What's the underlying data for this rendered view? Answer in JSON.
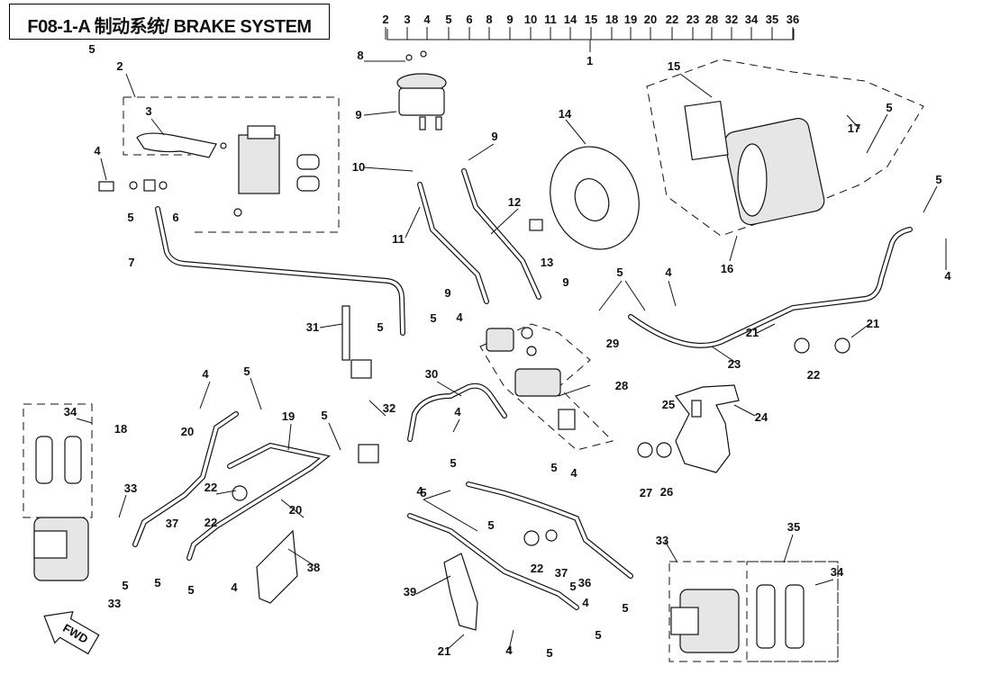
{
  "title": "F08-1-A  制动系统/ BRAKE SYSTEM",
  "kit_label": "1",
  "kit_members": [
    "2",
    "3",
    "4",
    "5",
    "6",
    "8",
    "9",
    "10",
    "11",
    "14",
    "15",
    "18",
    "19",
    "20",
    "22",
    "23",
    "28",
    "32",
    "34",
    "35",
    "36"
  ],
  "fwd_label": "FWD",
  "callouts": [
    "2",
    "3",
    "4",
    "5",
    "5",
    "6",
    "7",
    "8",
    "9",
    "9",
    "10",
    "11",
    "12",
    "13",
    "14",
    "15",
    "16",
    "17",
    "5",
    "5",
    "4",
    "9",
    "9",
    "5",
    "4",
    "31",
    "5",
    "5",
    "4",
    "29",
    "30",
    "28",
    "23",
    "21",
    "21",
    "22",
    "24",
    "25",
    "4",
    "5",
    "32",
    "5",
    "19",
    "20",
    "4",
    "34",
    "18",
    "33",
    "22",
    "37",
    "22",
    "20",
    "5",
    "5",
    "5",
    "5",
    "4",
    "5",
    "4",
    "5",
    "5",
    "4",
    "38",
    "33",
    "5",
    "4",
    "5",
    "27",
    "26",
    "22",
    "37",
    "36",
    "33",
    "35",
    "34",
    "39",
    "4",
    "5",
    "21",
    "4",
    "5",
    "33"
  ]
}
